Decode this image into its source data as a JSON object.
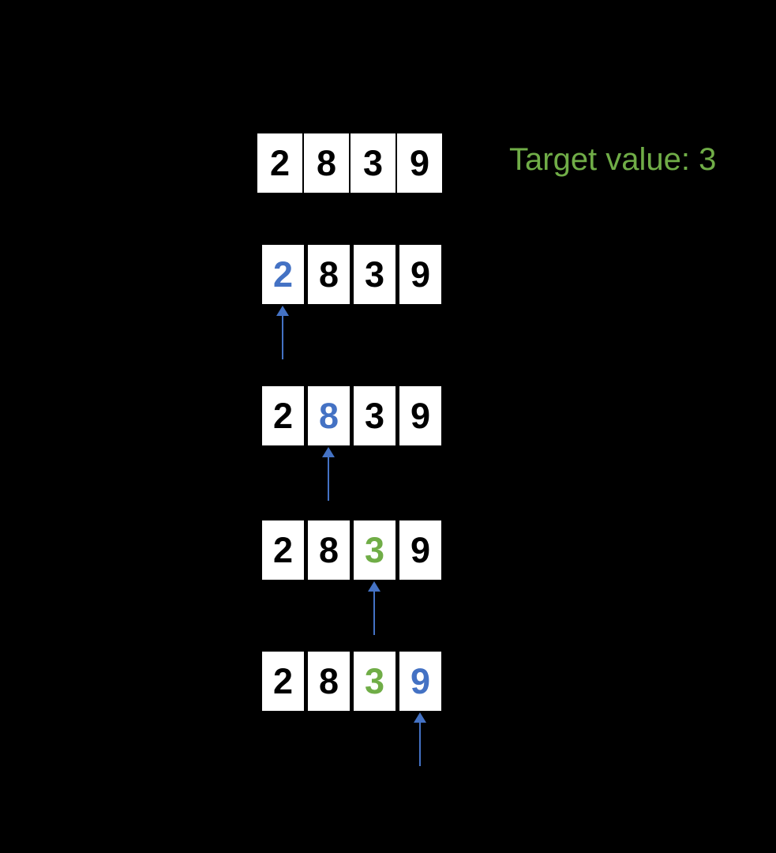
{
  "colors": {
    "background": "#000000",
    "box_fill": "#ffffff",
    "digit_default": "#000000",
    "pointer_blue": "#4472C4",
    "target_green": "#70AD47"
  },
  "target_label": {
    "text": "Target value: 3",
    "color": "#70AD47"
  },
  "array_values": [
    "2",
    "8",
    "3",
    "9"
  ],
  "rows": [
    {
      "name": "initial-array",
      "arrow_index": null,
      "cells": [
        {
          "value": "2",
          "color": "#000000"
        },
        {
          "value": "8",
          "color": "#000000"
        },
        {
          "value": "3",
          "color": "#000000"
        },
        {
          "value": "9",
          "color": "#000000"
        }
      ]
    },
    {
      "name": "step-1-check-index-0",
      "arrow_index": 0,
      "cells": [
        {
          "value": "2",
          "color": "#4472C4"
        },
        {
          "value": "8",
          "color": "#000000"
        },
        {
          "value": "3",
          "color": "#000000"
        },
        {
          "value": "9",
          "color": "#000000"
        }
      ]
    },
    {
      "name": "step-2-check-index-1",
      "arrow_index": 1,
      "cells": [
        {
          "value": "2",
          "color": "#000000"
        },
        {
          "value": "8",
          "color": "#4472C4"
        },
        {
          "value": "3",
          "color": "#000000"
        },
        {
          "value": "9",
          "color": "#000000"
        }
      ]
    },
    {
      "name": "step-3-check-index-2-found",
      "arrow_index": 2,
      "cells": [
        {
          "value": "2",
          "color": "#000000"
        },
        {
          "value": "8",
          "color": "#000000"
        },
        {
          "value": "3",
          "color": "#70AD47"
        },
        {
          "value": "9",
          "color": "#000000"
        }
      ]
    },
    {
      "name": "step-4-check-index-3",
      "arrow_index": 3,
      "cells": [
        {
          "value": "2",
          "color": "#000000"
        },
        {
          "value": "8",
          "color": "#000000"
        },
        {
          "value": "3",
          "color": "#70AD47"
        },
        {
          "value": "9",
          "color": "#4472C4"
        }
      ]
    }
  ]
}
